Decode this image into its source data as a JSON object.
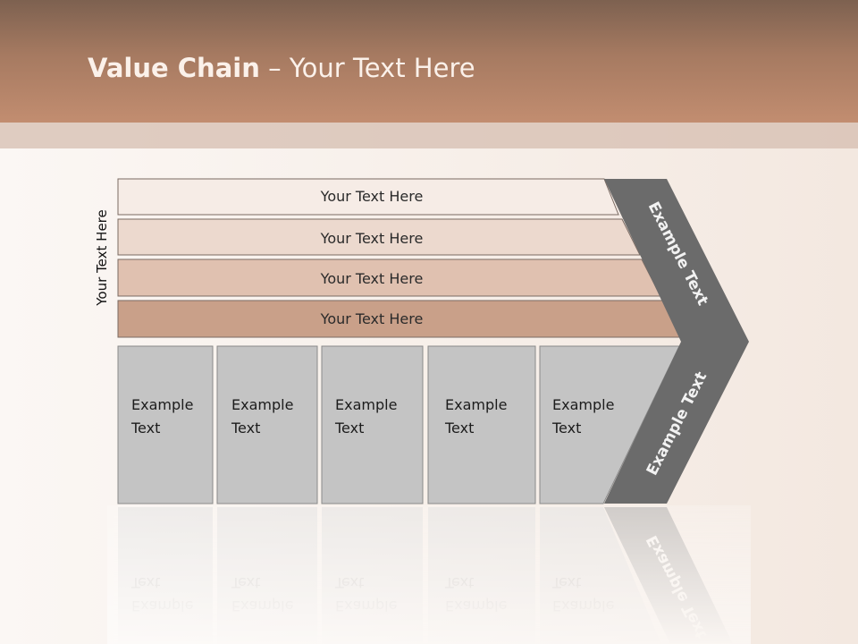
{
  "slide": {
    "title_bold": "Value Chain",
    "title_rest": " – Your Text Here",
    "side_label": "Your Text Here"
  },
  "rows": [
    {
      "label": "Your Text Here",
      "fill": "#f6ece6"
    },
    {
      "label": "Your Text Here",
      "fill": "#ecd9ce"
    },
    {
      "label": "Your Text Here",
      "fill": "#e0c1b0"
    },
    {
      "label": "Your Text Here",
      "fill": "#c9a089"
    }
  ],
  "boxes": [
    {
      "line1": "Example",
      "line2": "Text"
    },
    {
      "line1": "Example",
      "line2": "Text"
    },
    {
      "line1": "Example",
      "line2": "Text"
    },
    {
      "line1": "Example",
      "line2": "Text"
    },
    {
      "line1": "Example",
      "line2": "Text"
    }
  ],
  "arrow": {
    "upper_label": "Example Text",
    "lower_label": "Example Text",
    "color": "#6b6b6b"
  },
  "colors": {
    "header": "#a67a61",
    "box_fill": "#c4c4c4",
    "box_stroke": "#8a8a8a"
  }
}
